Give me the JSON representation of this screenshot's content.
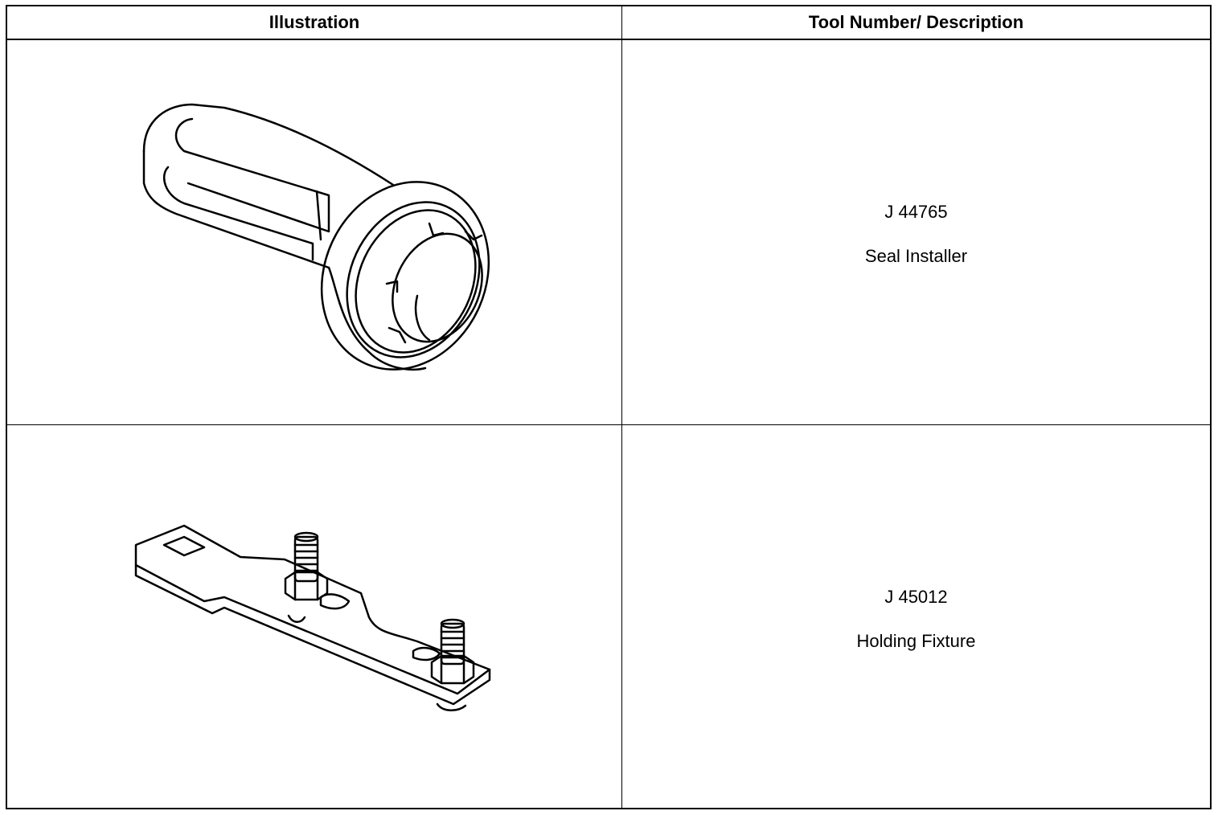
{
  "table": {
    "headers": {
      "illustration": "Illustration",
      "tool_description": "Tool Number/ Description"
    },
    "rows": [
      {
        "illustration_icon": "seal-installer-drawing",
        "tool_number": "J 44765",
        "description": "Seal Installer"
      },
      {
        "illustration_icon": "holding-fixture-drawing",
        "tool_number": "J 45012",
        "description": "Holding Fixture"
      }
    ]
  }
}
